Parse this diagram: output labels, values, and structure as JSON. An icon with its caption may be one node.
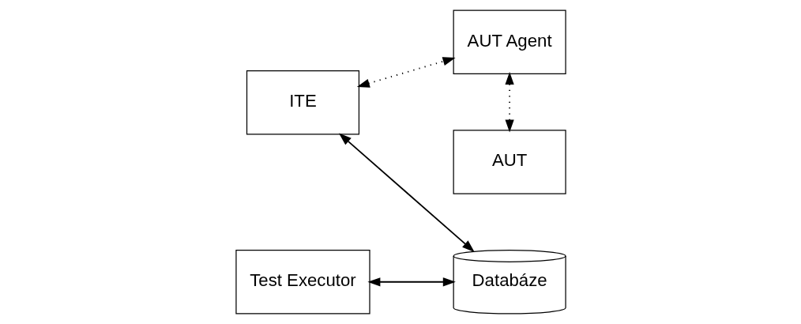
{
  "diagram": {
    "nodes": [
      {
        "text": [
          "ITE"
        ]
      },
      {
        "text": [
          "AUT Agent"
        ]
      },
      {
        "text": [
          "Databáze"
        ]
      },
      {
        "text": [
          "Test Executor"
        ]
      },
      {
        "text": [
          "AUT"
        ]
      }
    ],
    "edges": [
      {
        "from": 0,
        "to": 1,
        "arrow": "both",
        "style": "dashed"
      },
      {
        "from": 0,
        "to": 2,
        "arrow": "both"
      },
      {
        "from": 3,
        "to": 2,
        "arrow": "both"
      },
      {
        "from": 1,
        "to": 4,
        "arrow": "both",
        "style": "dashed"
      }
    ]
  }
}
